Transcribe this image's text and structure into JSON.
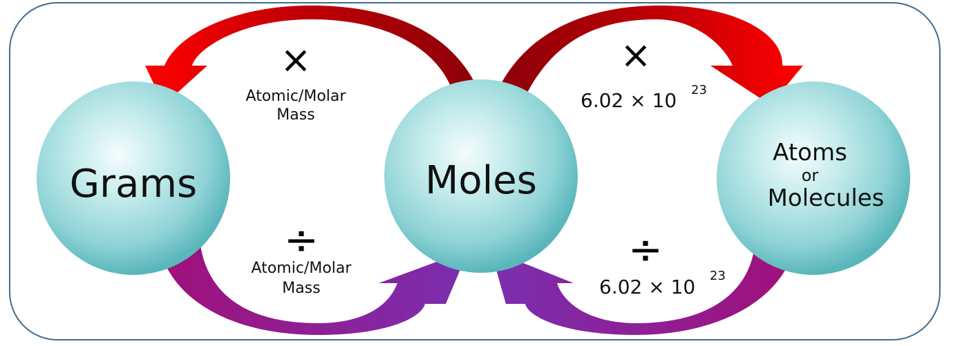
{
  "nodes": {
    "grams": "Grams",
    "moles": "Moles",
    "atoms_line1": "Atoms",
    "atoms_line2": "or",
    "atoms_line3": "Molecules"
  },
  "operations": {
    "top_left": {
      "operator": "×",
      "line1": "Atomic/Molar",
      "line2": "Mass"
    },
    "bottom_left": {
      "operator": "÷",
      "line1": "Atomic/Molar",
      "line2": "Mass"
    },
    "top_right": {
      "operator": "×",
      "base": "6.02 × 10",
      "exponent": "23"
    },
    "bottom_right": {
      "operator": "÷",
      "base": "6.02 × 10",
      "exponent": "23"
    }
  },
  "colors": {
    "frame": "#3f6b8f",
    "sphere": "#8fd3d6",
    "arrow_top_dark": "#8a0008",
    "arrow_top_bright": "#ff0000",
    "arrow_bottom_magenta": "#a0107a",
    "arrow_bottom_violet": "#7a2fb0"
  }
}
